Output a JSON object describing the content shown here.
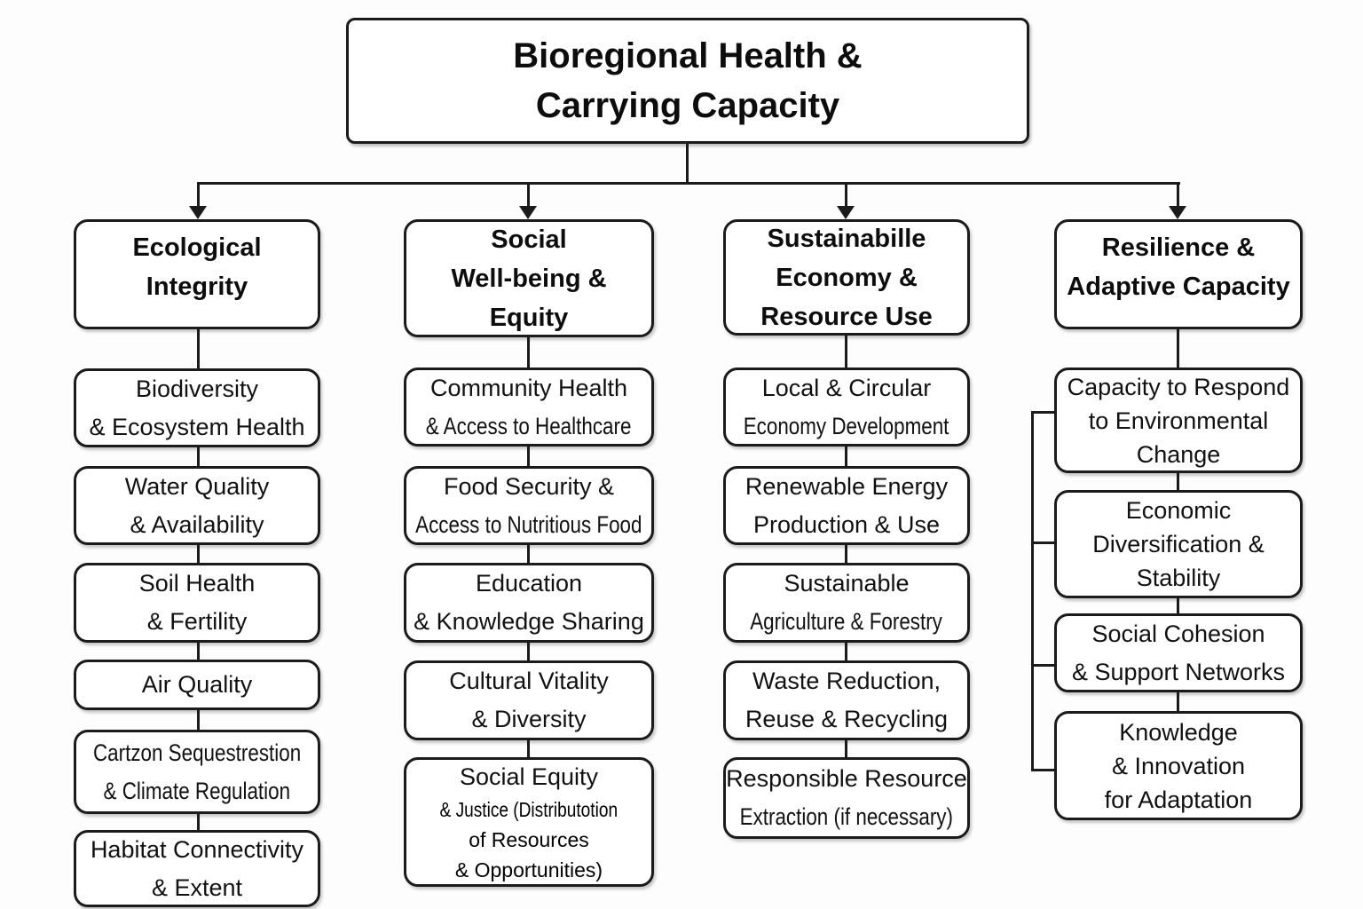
{
  "title": {
    "lines": [
      "Bioregional Health &",
      "Carrying Capacity"
    ]
  },
  "columns": [
    {
      "header": {
        "lines": [
          "Ecological",
          "Integrity"
        ]
      },
      "boxes": [
        {
          "lines": [
            "Biodiversity",
            "& Ecosystem Health"
          ]
        },
        {
          "lines": [
            "Water Quality",
            "& Availability"
          ]
        },
        {
          "lines": [
            "Soil Health",
            "& Fertility"
          ]
        },
        {
          "lines": [
            "Air Quality"
          ]
        },
        {
          "lines": [
            "Cartzon Sequestrestion",
            "& Climate Regulation"
          ]
        },
        {
          "lines": [
            "Habitat Connectivity",
            "& Extent"
          ]
        }
      ]
    },
    {
      "header": {
        "lines": [
          "Social",
          "Well-being &",
          "Equity"
        ]
      },
      "boxes": [
        {
          "lines": [
            "Community Health",
            "& Access to Healthcare"
          ]
        },
        {
          "lines": [
            "Food Security &",
            "Access to Nutritious Food"
          ]
        },
        {
          "lines": [
            "Education",
            "& Knowledge Sharing"
          ]
        },
        {
          "lines": [
            "Cultural Vitality",
            "& Diversity"
          ]
        },
        {
          "lines": [
            "Social Equity",
            "& Justice (Distributotion",
            "of Resources",
            "& Opportunities)"
          ]
        }
      ]
    },
    {
      "header": {
        "lines": [
          "Sustainabille",
          "Economy &",
          "Resource Use"
        ]
      },
      "boxes": [
        {
          "lines": [
            "Local & Circular",
            "Economy Development"
          ]
        },
        {
          "lines": [
            "Renewable Energy",
            "Production & Use"
          ]
        },
        {
          "lines": [
            "Sustainable",
            "Agriculture & Forestry"
          ]
        },
        {
          "lines": [
            "Waste Reduction,",
            "Reuse & Recycling"
          ]
        },
        {
          "lines": [
            "Responsible Resource",
            "Extraction (if necessary)"
          ]
        }
      ]
    },
    {
      "header": {
        "lines": [
          "Resilience &",
          "Adaptive Capacity"
        ]
      },
      "boxes": [
        {
          "lines": [
            "Capacity to Respond",
            "to Environmental",
            "Change"
          ]
        },
        {
          "lines": [
            "Economic",
            "Diversification &",
            "Stability"
          ]
        },
        {
          "lines": [
            "Social Cohesion",
            "& Support Networks"
          ]
        },
        {
          "lines": [
            "Knowledge",
            "& Innovation",
            "for Adaptation"
          ]
        }
      ]
    }
  ],
  "colors": {
    "line": "#1b1b1b",
    "box_border": "#1b1b1b",
    "background": "#fdfdfd",
    "text": "#111111"
  }
}
